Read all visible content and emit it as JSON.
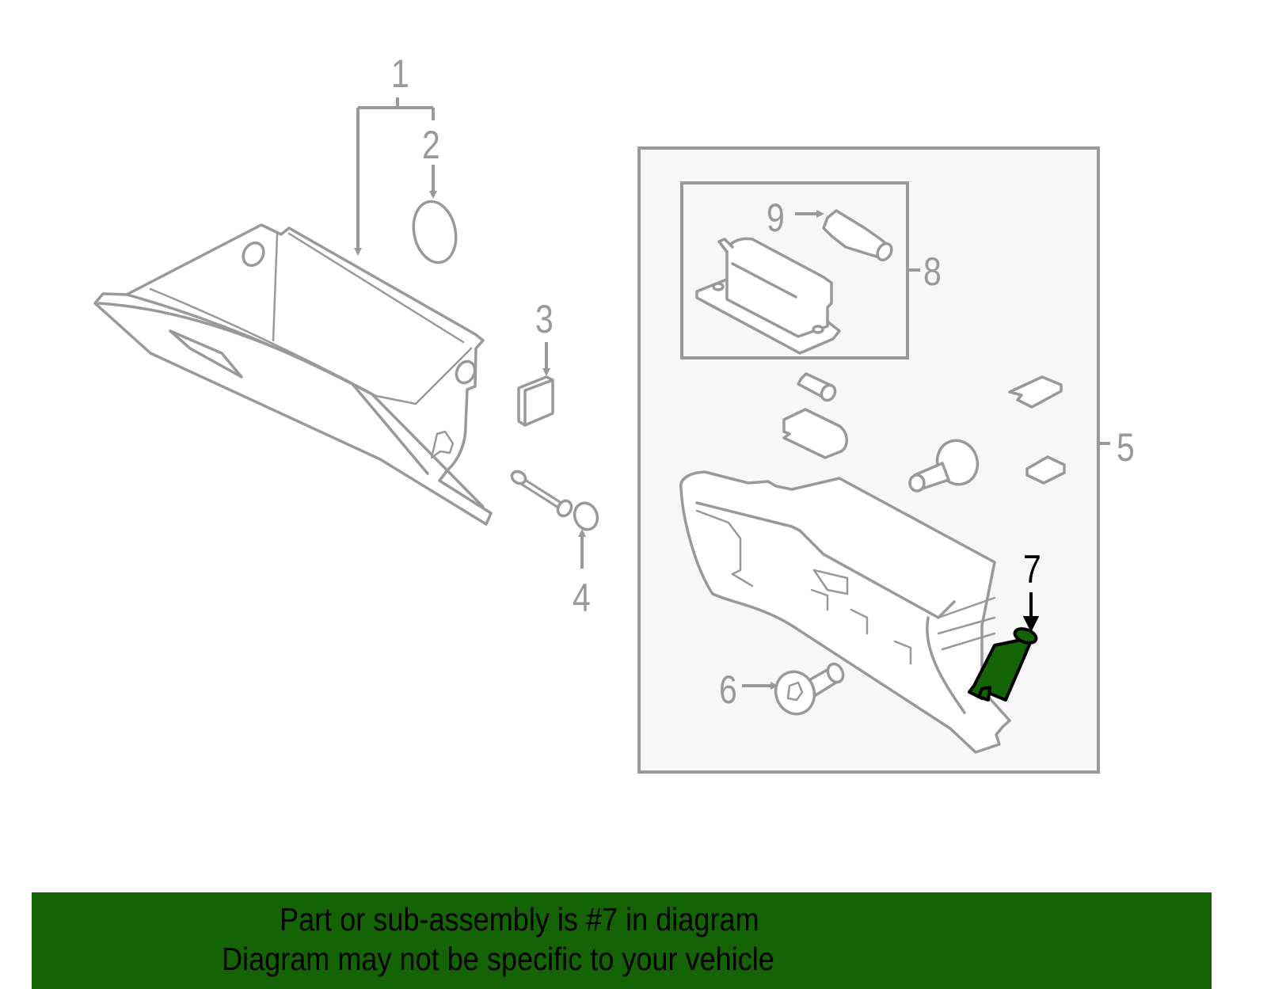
{
  "diagram": {
    "title": "Glove box assembly parts diagram",
    "highlight_color": "#146305",
    "line_color": "#999999",
    "subassembly_box_fill": "#f7f7f7",
    "callouts": [
      {
        "id": "1",
        "label": "1",
        "part": "glove box assembly"
      },
      {
        "id": "2",
        "label": "2",
        "part": "o-ring / seal"
      },
      {
        "id": "3",
        "label": "3",
        "part": "bumper pad"
      },
      {
        "id": "4",
        "label": "4",
        "part": "damper pin"
      },
      {
        "id": "5",
        "label": "5",
        "part": "glove box sub-assembly"
      },
      {
        "id": "6",
        "label": "6",
        "part": "bolt"
      },
      {
        "id": "7",
        "label": "7",
        "part": "damper (highlighted)"
      },
      {
        "id": "8",
        "label": "8",
        "part": "lamp assembly"
      },
      {
        "id": "9",
        "label": "9",
        "part": "bulb"
      }
    ],
    "highlighted_part": "7"
  },
  "banner": {
    "line1": "Part or sub-assembly is #7 in diagram",
    "line2": "Diagram may not be specific to your vehicle",
    "background": "#146305"
  }
}
